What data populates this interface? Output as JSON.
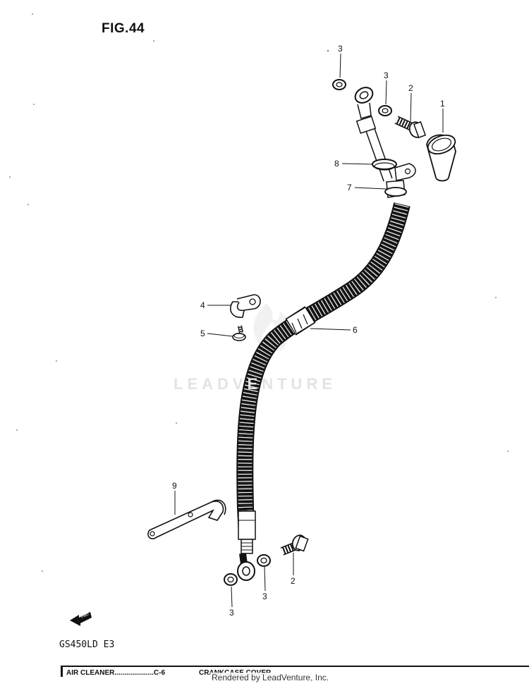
{
  "figure": {
    "title": "FIG.44",
    "model": "GS450LD E3"
  },
  "watermark": {
    "text": "LEADVENTURE"
  },
  "callouts": [
    {
      "id": "c1",
      "label": "1"
    },
    {
      "id": "c2a",
      "label": "2"
    },
    {
      "id": "c2b",
      "label": "2"
    },
    {
      "id": "c3a",
      "label": "3"
    },
    {
      "id": "c3b",
      "label": "3"
    },
    {
      "id": "c3c",
      "label": "3"
    },
    {
      "id": "c3d",
      "label": "3"
    },
    {
      "id": "c4",
      "label": "4"
    },
    {
      "id": "c5",
      "label": "5"
    },
    {
      "id": "c6",
      "label": "6"
    },
    {
      "id": "c7",
      "label": "7"
    },
    {
      "id": "c8",
      "label": "8"
    },
    {
      "id": "c9",
      "label": "9"
    }
  ],
  "footer": {
    "items": [
      "AIR CLEANER....................C-6",
      "CRANKCASE COVER"
    ],
    "credit": "Rendered by LeadVenture, Inc."
  },
  "icons": {
    "forward_arrow": "fwd-arrow-icon",
    "watermark_logo": "flame-logo-icon"
  }
}
